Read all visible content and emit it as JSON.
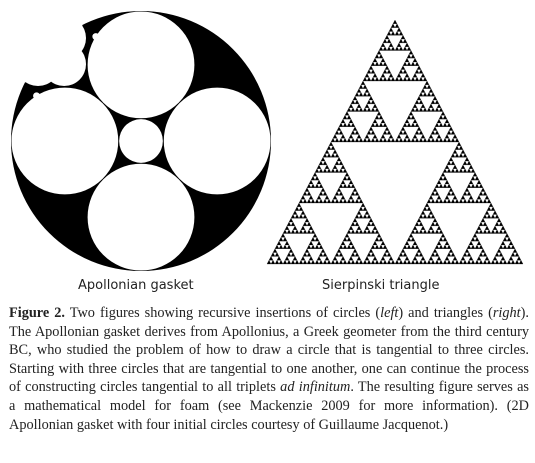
{
  "figures": {
    "left_label": "Apollonian gasket",
    "right_label": "Sierpinski triangle"
  },
  "caption": {
    "label": "Figure 2.",
    "t1": " Two figures showing recursive insertions of circles (",
    "i1": "left",
    "t2": ") and triangles (",
    "i2": "right",
    "t3": "). The Apollonian gasket derives from Apollonius, a Greek geometer from the third century BC, who studied the problem of how to draw a circle that is tangential to three circles. Starting with three circles that are tangential to one another, one can continue the process of constructing circles tangential to all triplets ",
    "i3": "ad infinitum",
    "t4": ". The resulting figure serves as a mathematical model for foam (see Mackenzie 2009 for more information). (2D Apollonian gasket with four initial circles courtesy of Guillaume Jacquenot.)"
  },
  "colors": {
    "ink": "#000000",
    "paper": "#ffffff",
    "text": "#222222"
  }
}
